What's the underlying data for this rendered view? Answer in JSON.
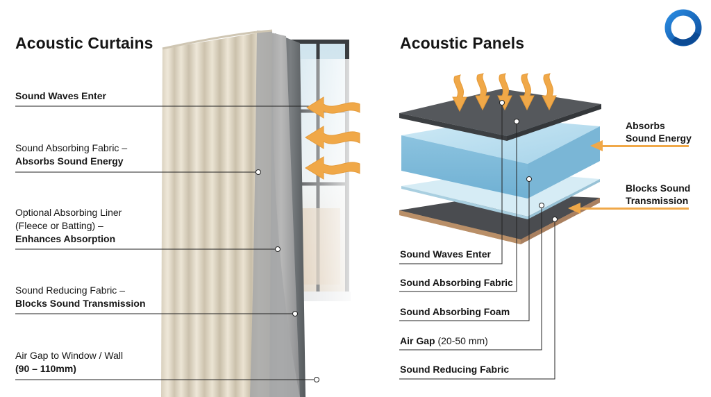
{
  "curtains": {
    "title": "Acoustic Curtains",
    "labels": [
      {
        "text": "Sound Waves Enter",
        "bold": ""
      },
      {
        "text": "Sound Absorbing Fabric –",
        "bold": "Absorbs Sound Energy"
      },
      {
        "text": "Optional Absorbing Liner",
        "text2": "(Fleece or Batting) –",
        "bold": "Enhances Absorption"
      },
      {
        "text": "Sound Reducing Fabric –",
        "bold": "Blocks Sound Transmission"
      },
      {
        "text": "Air Gap to Window / Wall",
        "bold": "(90 – 110mm)"
      }
    ]
  },
  "panels": {
    "title": "Acoustic Panels",
    "right_labels": [
      {
        "line1": "Absorbs",
        "line2": "Sound Energy"
      },
      {
        "line1": "Blocks Sound",
        "line2": "Transmission"
      }
    ],
    "labels": [
      {
        "bold": "Sound Waves Enter",
        "normal": ""
      },
      {
        "bold": "Sound Absorbing Fabric",
        "normal": ""
      },
      {
        "bold": "Sound Absorbing Foam",
        "normal": ""
      },
      {
        "bold": "Air Gap",
        "normal": " (20-50 mm)"
      },
      {
        "bold": "Sound Reducing Fabric",
        "normal": ""
      }
    ]
  },
  "colors": {
    "arrow": "#f0a848",
    "foam": "#a9d5ea",
    "dark_layer": "#505357",
    "base_layer": "#c8a078",
    "logo": "#1a6fc4"
  },
  "logo": {
    "icon": "ring-logo-icon"
  }
}
